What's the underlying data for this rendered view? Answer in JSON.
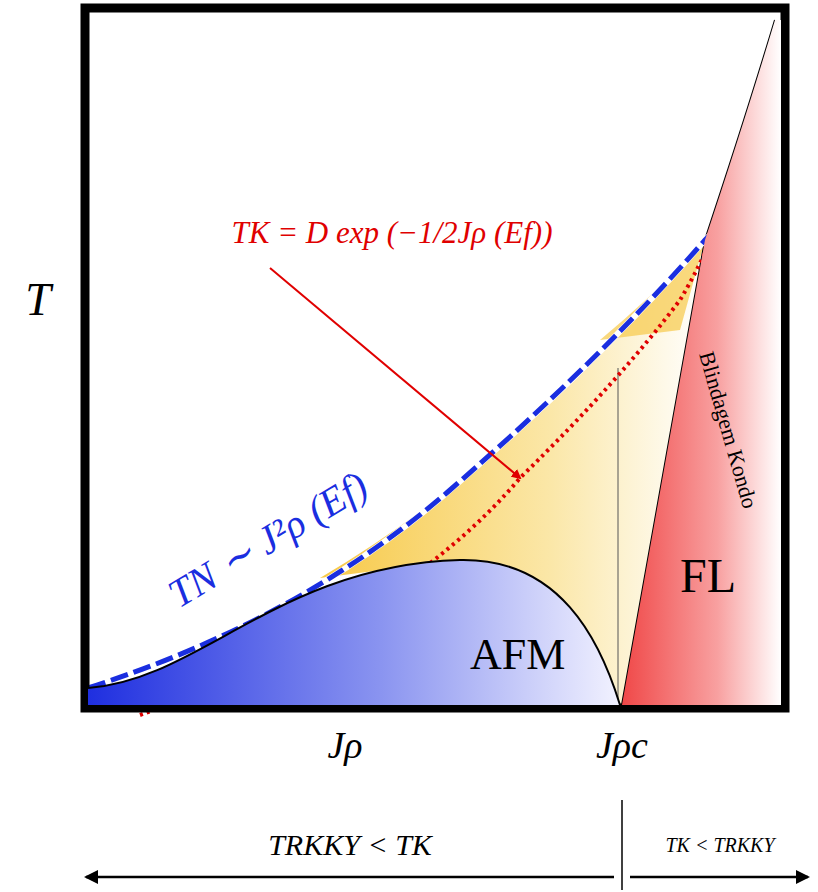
{
  "diagram": {
    "nodes": [
      {
        "text": [
          "AFM"
        ]
      },
      {
        "text": [
          "FL"
        ]
      }
    ],
    "labels": [
      "T",
      "TK = D exp (−1/2Jρ (Ef))",
      "TN ∼ J²ρ (Ef)",
      "Blindagem Kondo",
      "Jρ",
      "Jρc",
      "TRKKY < TK",
      "TK < TRKKY"
    ]
  }
}
